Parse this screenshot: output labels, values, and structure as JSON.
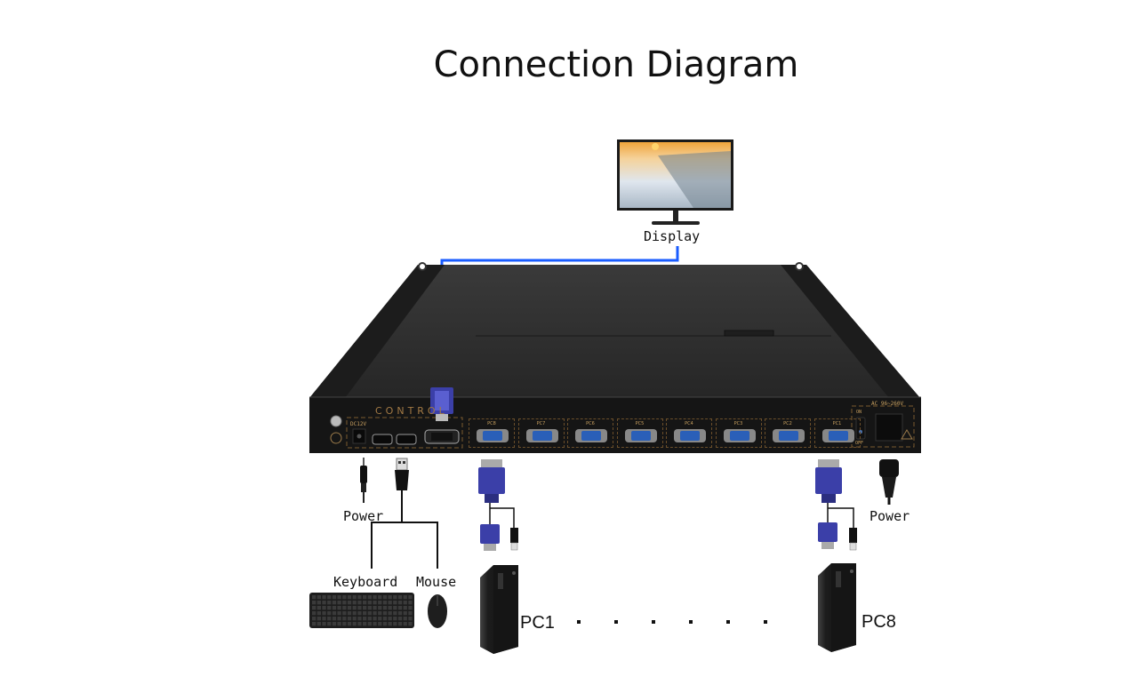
{
  "title": "Connection Diagram",
  "display": {
    "label": "Display"
  },
  "kvm": {
    "control_label": "CONTROL",
    "dc_label": "DC12V",
    "ac_label": "AC 96~260V",
    "switch_on": "ON",
    "switch_off": "OFF",
    "ports": [
      "PC8",
      "PC7",
      "PC6",
      "PC5",
      "PC4",
      "PC3",
      "PC2",
      "PC1"
    ]
  },
  "labels": {
    "power_left": "Power",
    "power_right": "Power",
    "keyboard": "Keyboard",
    "mouse": "Mouse",
    "pc_first": "PC1",
    "pc_last": "PC8"
  },
  "colors": {
    "cable_blue": "#1a5cff",
    "vga_blue": "#3b3fa8",
    "chassis": "#2b2b2b",
    "accent_gold": "#a37a45"
  }
}
